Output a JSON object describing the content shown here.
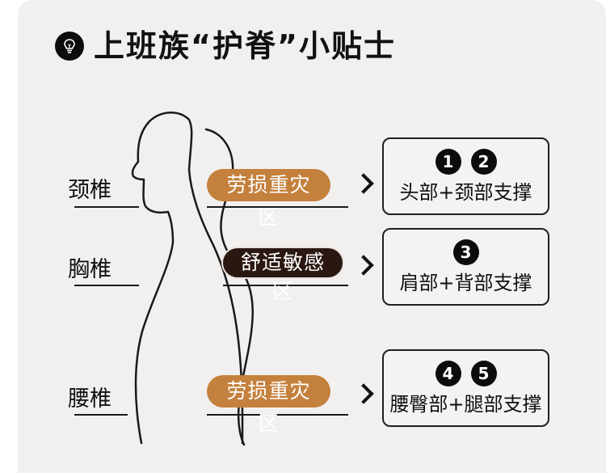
{
  "title": "上班族“护脊”小贴士",
  "sections": [
    {
      "spine_label": "颈椎",
      "zone_label": "劳损重灾区",
      "zone_style": "orange",
      "numbers": [
        "1",
        "2"
      ],
      "support_label": "头部+颈部支撑"
    },
    {
      "spine_label": "胸椎",
      "zone_label": "舒适敏感区",
      "zone_style": "dark",
      "numbers": [
        "3"
      ],
      "support_label": "肩部+背部支撑"
    },
    {
      "spine_label": "腰椎",
      "zone_label": "劳损重灾区",
      "zone_style": "orange",
      "numbers": [
        "4",
        "5"
      ],
      "support_label": "腰臀部+腿部支撑"
    }
  ],
  "colors": {
    "orange": "#c4803d",
    "dark": "#2a1712",
    "background": "#f2f0ef"
  },
  "icons": {
    "title_icon": "lightbulb-icon",
    "arrow_icon": "chevron-right-icon"
  }
}
